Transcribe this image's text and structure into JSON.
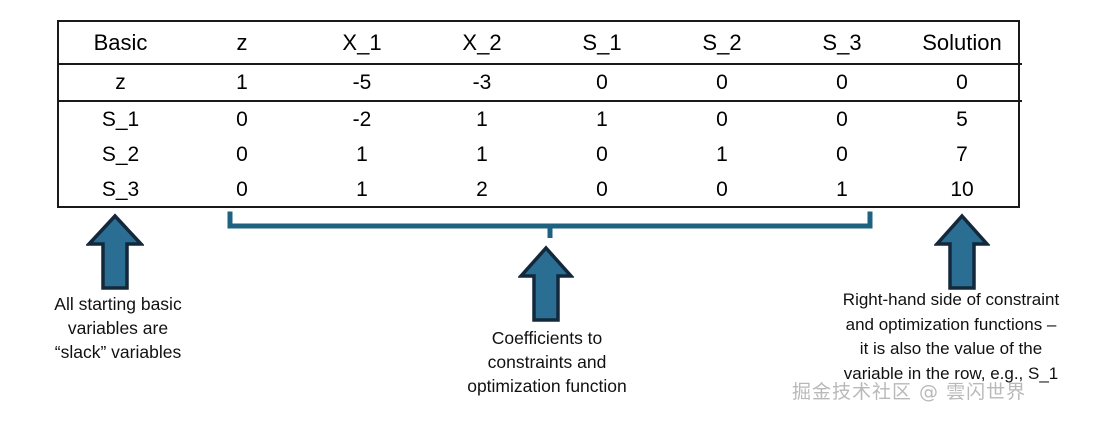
{
  "colors": {
    "arrow_fill": "#2b6e94",
    "arrow_stroke": "#14283c",
    "bracket": "#1f6280",
    "table_border": "#1a1a1a",
    "text": "#000000",
    "watermark": "#b9b9b9",
    "background": "#ffffff"
  },
  "table": {
    "headers": [
      "Basic",
      "z",
      "X_1",
      "X_2",
      "S_1",
      "S_2",
      "S_3",
      "Solution"
    ],
    "rows": [
      {
        "basic": "z",
        "cells": [
          "1",
          "-5",
          "-3",
          "0",
          "0",
          "0",
          "0"
        ]
      },
      {
        "basic": "S_1",
        "cells": [
          "0",
          "-2",
          "1",
          "1",
          "0",
          "0",
          "5"
        ]
      },
      {
        "basic": "S_2",
        "cells": [
          "0",
          "1",
          "1",
          "0",
          "1",
          "0",
          "7"
        ]
      },
      {
        "basic": "S_3",
        "cells": [
          "0",
          "1",
          "2",
          "0",
          "0",
          "1",
          "10"
        ]
      }
    ]
  },
  "annotations": {
    "left": {
      "lines": [
        "All starting basic",
        "variables are",
        "“slack” variables"
      ]
    },
    "middle": {
      "lines": [
        "Coefficients to",
        "constraints and",
        "optimization function"
      ]
    },
    "right": {
      "lines": [
        "Right-hand side of constraint",
        "and optimization functions –",
        "it is also the value of the",
        "variable in the row, e.g., S_1"
      ]
    }
  },
  "watermark": {
    "text": "掘金技术社区 @ 雲闪世界"
  }
}
